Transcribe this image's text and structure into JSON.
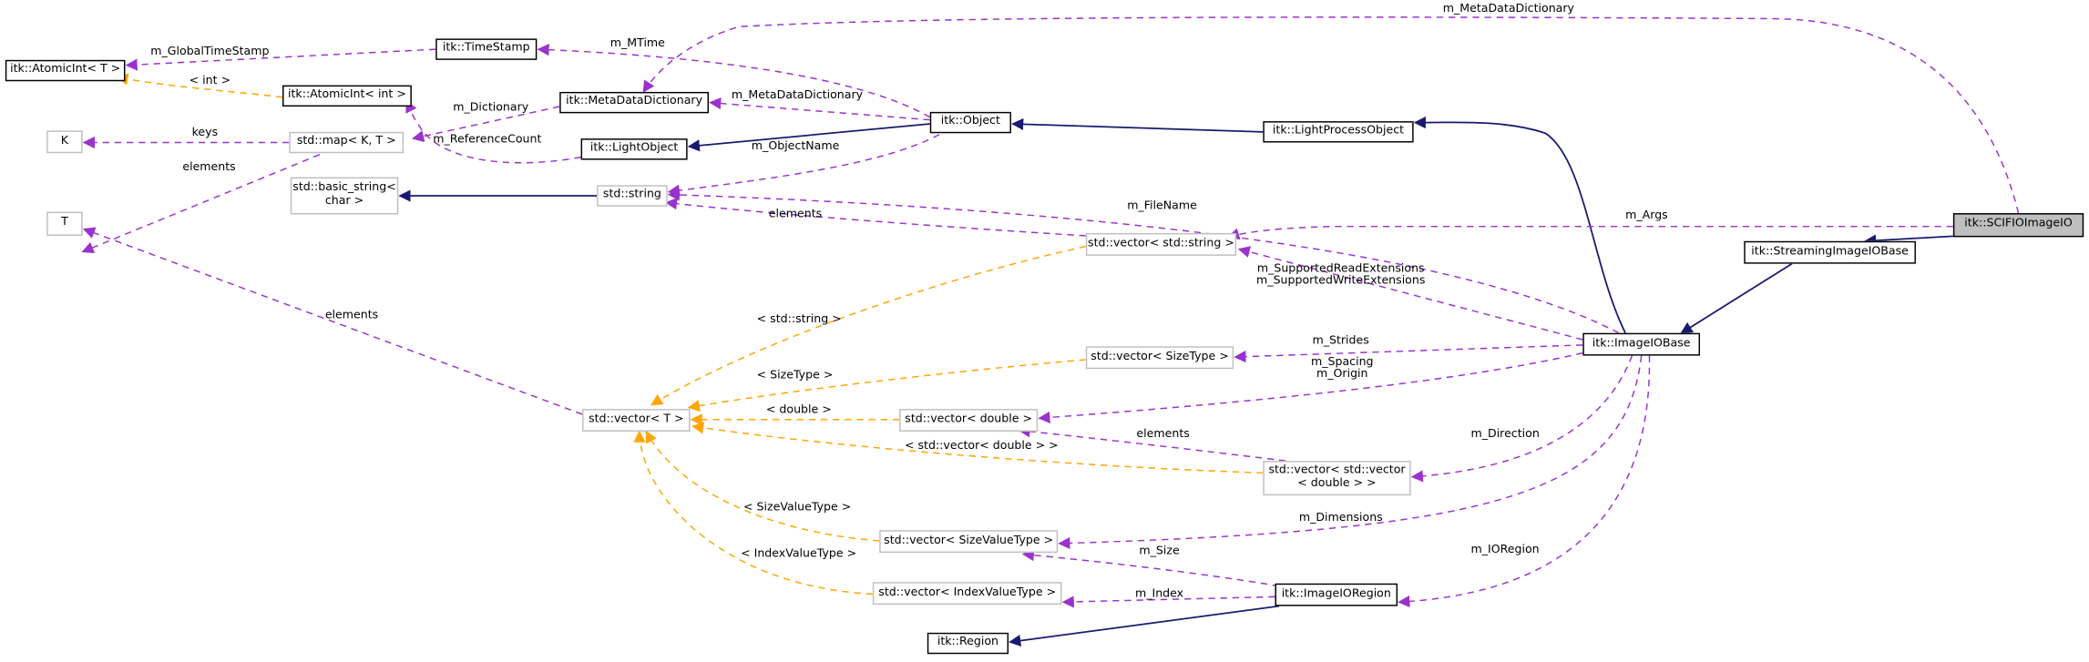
{
  "colors": {
    "inheritance": "#191970",
    "usage": "#9a32cd",
    "template": "#ffa500",
    "focus_fill": "#bfbfbf",
    "gray_border": "#bfbfbf"
  },
  "nodes": {
    "atomicint_t": "itk::AtomicInt< T >",
    "timestamp": "itk::TimeStamp",
    "atomicint_int": "itk::AtomicInt< int >",
    "metadatadictionary": "itk::MetaDataDictionary",
    "object": "itk::Object",
    "lightprocessobject": "itk::LightProcessObject",
    "k": "K",
    "map": "std::map< K, T >",
    "lightobject": "itk::LightObject",
    "basic_string": "std::basic_string<\nchar >",
    "string": "std::string",
    "scifioimageio": "itk::SCIFIOImageIO",
    "t": "T",
    "vector_string": "std::vector< std::string >",
    "streamingimageiobase": "itk::StreamingImageIOBase",
    "imageiobase": "itk::ImageIOBase",
    "vector_sizetype": "std::vector< SizeType >",
    "vector_t": "std::vector< T >",
    "vector_double": "std::vector< double >",
    "vector_vector_double": "std::vector< std::vector\n< double > >",
    "vector_sizevaluetype": "std::vector< SizeValueType >",
    "vector_indexvaluetype": "std::vector< IndexValueType >",
    "imageioregion": "itk::ImageIORegion",
    "region": "itk::Region"
  },
  "edge_labels": {
    "m_metadatadictionary_top": "m_MetaDataDictionary",
    "m_globaltimestamp": "m_GlobalTimeStamp",
    "m_mtime": "m_MTime",
    "int_tmpl": "< int >",
    "m_dictionary": "m_Dictionary",
    "m_metadatadictionary_obj": "m_MetaDataDictionary",
    "keys": "keys",
    "m_referencecount": "m_ReferenceCount",
    "elements_map": "elements",
    "m_objectname": "m_ObjectName",
    "m_filename": "m_FileName",
    "elements_string": "elements",
    "m_args": "m_Args",
    "m_supported": "m_SupportedReadExtensions\nm_SupportedWriteExtensions",
    "elements_vector": "elements",
    "string_tmpl": "< std::string >",
    "m_strides": "m_Strides",
    "sizetype_tmpl": "< SizeType >",
    "m_spacing_origin": "m_Spacing\nm_Origin",
    "double_tmpl": "< double >",
    "elements_double": "elements",
    "vector_double_tmpl": "< std::vector< double > >",
    "m_direction": "m_Direction",
    "sizevaluetype_tmpl": "< SizeValueType >",
    "m_dimensions": "m_Dimensions",
    "m_size": "m_Size",
    "indexvaluetype_tmpl": "< IndexValueType >",
    "m_ioregion": "m_IORegion",
    "m_index": "m_Index"
  }
}
